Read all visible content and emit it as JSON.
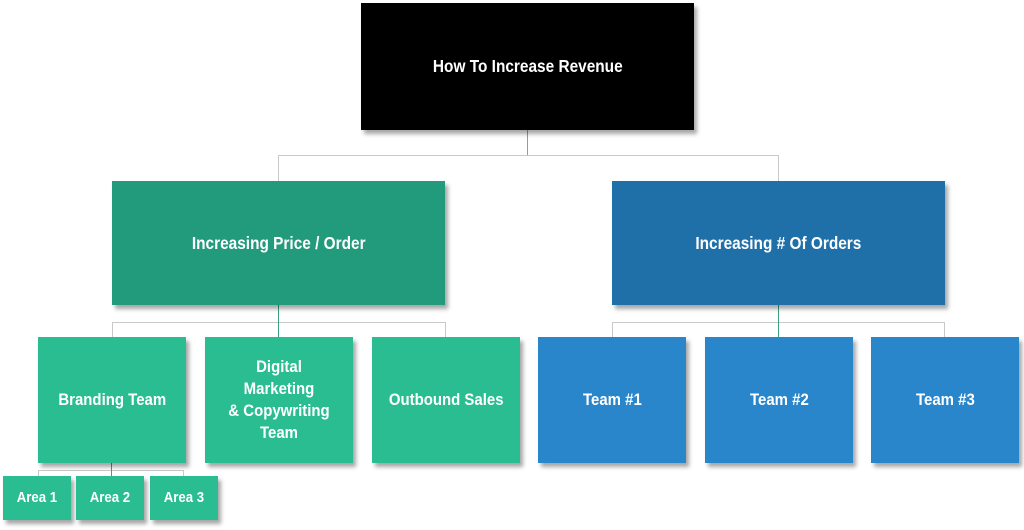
{
  "diagram": {
    "title": "How To Increase Revenue",
    "root": {
      "label": "How To Increase Revenue",
      "color": "#000000",
      "text_color": "#ffffff"
    },
    "branches": [
      {
        "label": "Increasing Price / Order",
        "color": "#229a7c",
        "children": [
          {
            "label": "Branding Team",
            "color": "#2bbd92",
            "children": [
              {
                "label": "Area 1",
                "color": "#2bbd92"
              },
              {
                "label": "Area 2",
                "color": "#2bbd92"
              },
              {
                "label": "Area 3",
                "color": "#2bbd92"
              }
            ]
          },
          {
            "label": "Digital Marketing\n& Copywriting\nTeam",
            "color": "#2bbd92"
          },
          {
            "label": "Outbound Sales",
            "color": "#2bbd92"
          }
        ]
      },
      {
        "label": "Increasing # Of Orders",
        "color": "#1f70a8",
        "children": [
          {
            "label": "Team #1",
            "color": "#2a86ca"
          },
          {
            "label": "Team #2",
            "color": "#2a86ca"
          },
          {
            "label": "Team #3",
            "color": "#2a86ca"
          }
        ]
      }
    ],
    "connector_colors": {
      "gray": "#c9c9c9",
      "dark_gray": "#999999",
      "teal": "#3aa183"
    }
  }
}
